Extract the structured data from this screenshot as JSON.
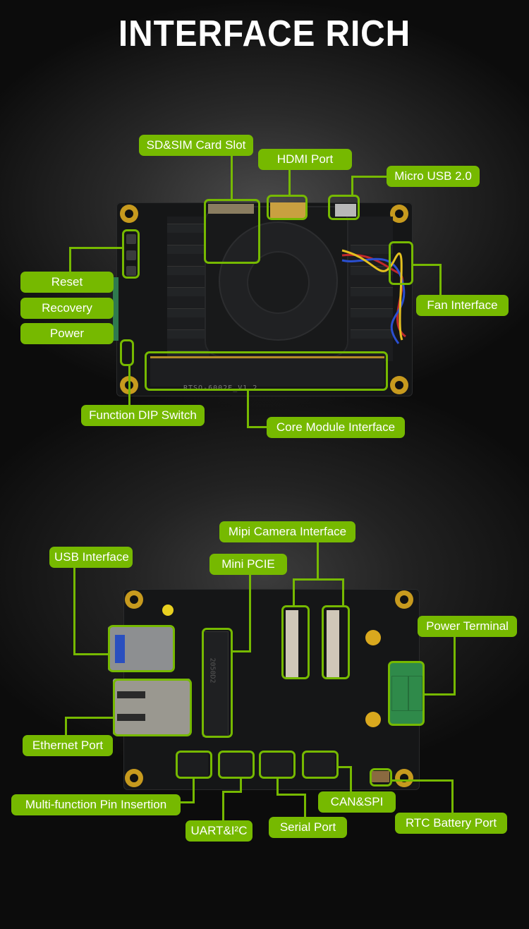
{
  "title": "INTERFACE RICH",
  "board_top": {
    "silkscreen": "RTSO-6002E_V1.2",
    "callouts": {
      "sd_sim": "SD&SIM Card Slot",
      "hdmi": "HDMI Port",
      "micro_usb": "Micro USB 2.0",
      "reset": "Reset",
      "recovery": "Recovery",
      "power": "Power",
      "fan": "Fan Interface",
      "dip_switch": "Function DIP Switch",
      "core_module": "Core Module Interface"
    }
  },
  "board_bottom": {
    "pcie_marking": "2050D2",
    "callouts": {
      "usb": "USB Interface",
      "mini_pcie": "Mini PCIE",
      "mipi": "Mipi Camera Interface",
      "power_terminal": "Power Terminal",
      "ethernet": "Ethernet Port",
      "multi_pin": "Multi-function Pin Insertion",
      "uart_i2c": "UART&I²C",
      "serial": "Serial Port",
      "can_spi": "CAN&SPI",
      "rtc": "RTC Battery Port"
    }
  },
  "colors": {
    "accent": "#76b900",
    "background": "#0c0c0c",
    "text": "#ffffff"
  }
}
